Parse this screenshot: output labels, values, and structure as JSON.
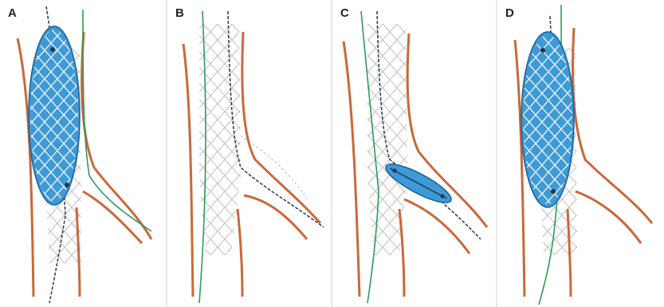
{
  "panels": [
    {
      "label": "A"
    },
    {
      "label": "B"
    },
    {
      "label": "C"
    },
    {
      "label": "D"
    }
  ],
  "colors": {
    "vessel_wall": "#c8693a",
    "guidewire_green": "#2e9a5a",
    "guidewire_dark": "#3a3f5c",
    "balloon_fill": "#3d9ad6",
    "balloon_edge": "#1c5f95",
    "stent_mesh": "#b8b8b8",
    "stent_on_balloon": "#e8f2fb"
  }
}
